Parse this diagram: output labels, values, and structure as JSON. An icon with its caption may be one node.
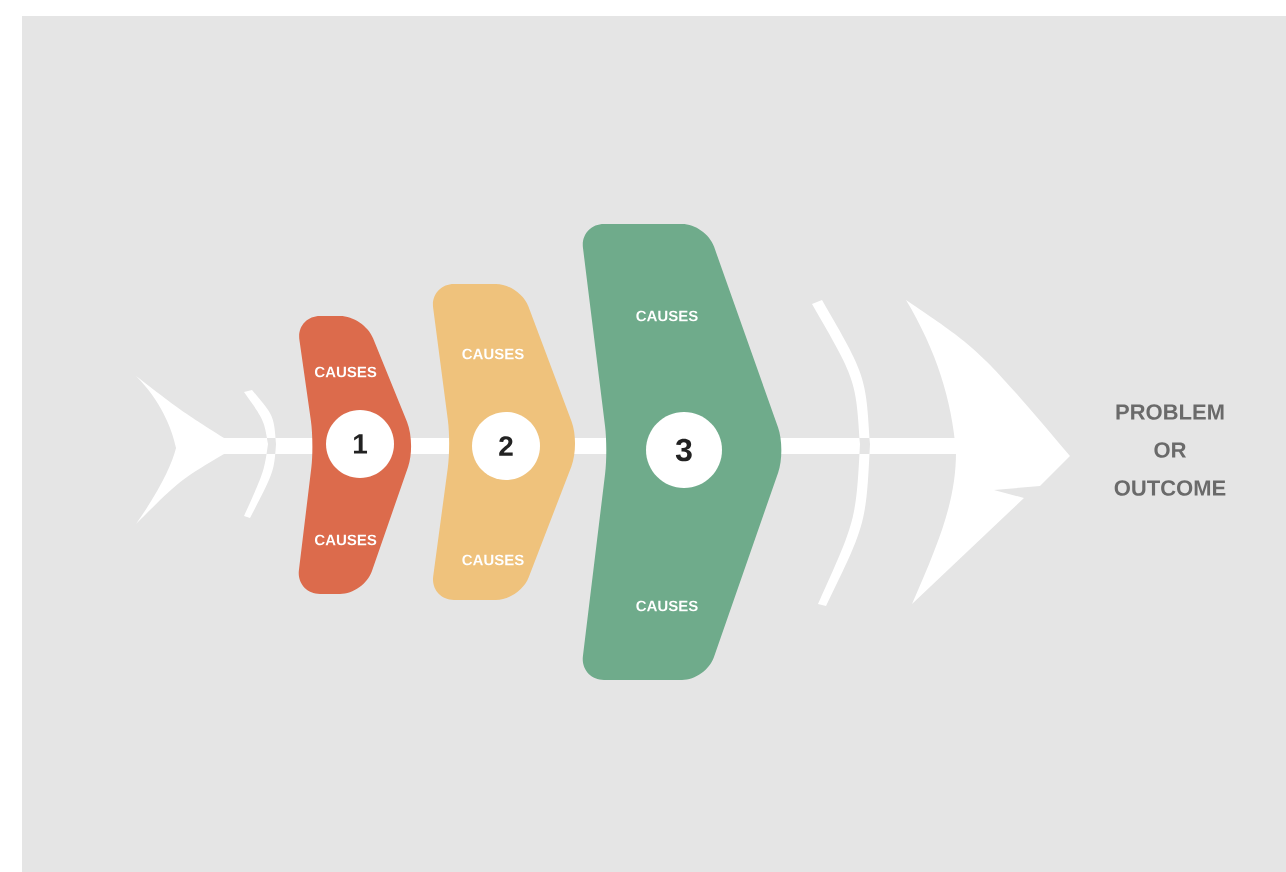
{
  "diagram": {
    "nodes": [
      {
        "text": [
          "CAUSES",
          "CAUSES"
        ]
      },
      {
        "text": [
          "1"
        ],
        "in": 0
      },
      {
        "text": [
          "CAUSES",
          "CAUSES"
        ]
      },
      {
        "text": [
          "2"
        ],
        "in": 2
      },
      {
        "text": [
          "CAUSES",
          "CAUSES"
        ]
      },
      {
        "text": [
          "3"
        ],
        "in": 4
      }
    ],
    "labels": [
      "PROBLEM OR OUTCOME"
    ]
  }
}
